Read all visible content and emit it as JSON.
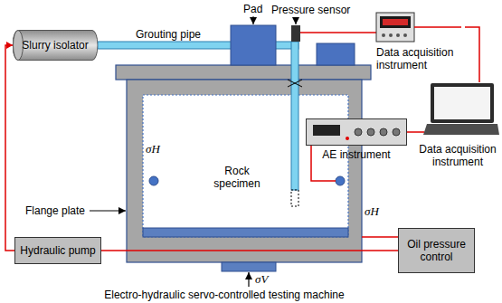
{
  "diagram": {
    "nodes": [
      {
        "text": [
          "Slurry isolator"
        ]
      },
      {
        "text": [
          "Data acquisition instrument"
        ]
      },
      {
        "text": [
          "Data acquisition instrument"
        ]
      },
      {
        "text": [
          "AE instrument"
        ]
      },
      {
        "text": [
          "Rock specimen"
        ]
      },
      {
        "text": [
          "Hydraulic pump"
        ]
      },
      {
        "text": [
          "Oil pressure control"
        ]
      }
    ],
    "edges": [
      {
        "from": 5,
        "to": 0,
        "arrow": "to"
      },
      {
        "from": 1,
        "to": 2,
        "arrow": "none"
      },
      {
        "from": 3,
        "to": 2,
        "arrow": "none"
      },
      {
        "from": 5,
        "to": 6,
        "arrow": "none"
      }
    ],
    "labels": [
      "Pad",
      "Pressure sensor",
      "Grouting pipe",
      "σH",
      "σH",
      "Flange plate",
      "σV",
      "Electro-hydraulic servo-controlled testing machine"
    ]
  }
}
